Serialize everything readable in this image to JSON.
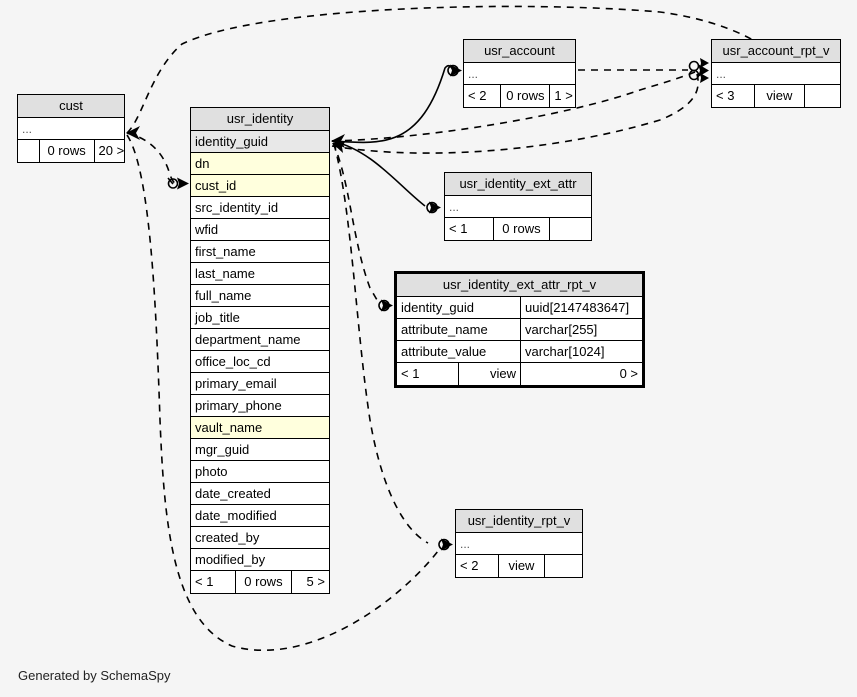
{
  "meta": {
    "background_color": "#f5f5f5",
    "header_color": "#e0e0e0",
    "pk_row_color": "#e8e8e8",
    "index_row_color": "#ffffdd",
    "line_color": "#000000",
    "credit": "Generated by SchemaSpy"
  },
  "tables": {
    "cust": {
      "name": "cust",
      "ellipsis": "...",
      "footer": {
        "left": "",
        "middle": "0 rows",
        "right": "20 >"
      }
    },
    "usr_identity": {
      "name": "usr_identity",
      "columns": [
        {
          "label": "identity_guid",
          "kind": "pk"
        },
        {
          "label": "dn",
          "kind": "idx"
        },
        {
          "label": "cust_id",
          "kind": "idx"
        },
        {
          "label": "src_identity_id",
          "kind": "plain"
        },
        {
          "label": "wfid",
          "kind": "plain"
        },
        {
          "label": "first_name",
          "kind": "plain"
        },
        {
          "label": "last_name",
          "kind": "plain"
        },
        {
          "label": "full_name",
          "kind": "plain"
        },
        {
          "label": "job_title",
          "kind": "plain"
        },
        {
          "label": "department_name",
          "kind": "plain"
        },
        {
          "label": "office_loc_cd",
          "kind": "plain"
        },
        {
          "label": "primary_email",
          "kind": "plain"
        },
        {
          "label": "primary_phone",
          "kind": "plain"
        },
        {
          "label": "vault_name",
          "kind": "idx"
        },
        {
          "label": "mgr_guid",
          "kind": "plain"
        },
        {
          "label": "photo",
          "kind": "plain"
        },
        {
          "label": "date_created",
          "kind": "plain"
        },
        {
          "label": "date_modified",
          "kind": "plain"
        },
        {
          "label": "created_by",
          "kind": "plain"
        },
        {
          "label": "modified_by",
          "kind": "plain"
        }
      ],
      "footer": {
        "left": "< 1",
        "middle": "0 rows",
        "right": "5 >"
      }
    },
    "usr_account": {
      "name": "usr_account",
      "ellipsis": "...",
      "footer": {
        "left": "< 2",
        "middle": "0 rows",
        "right": "1 >"
      }
    },
    "usr_account_rpt_v": {
      "name": "usr_account_rpt_v",
      "ellipsis": "...",
      "footer": {
        "left": "< 3",
        "middle": "view",
        "right": ""
      }
    },
    "usr_identity_ext_attr": {
      "name": "usr_identity_ext_attr",
      "ellipsis": "...",
      "footer": {
        "left": "< 1",
        "middle": "0 rows",
        "right": ""
      }
    },
    "usr_identity_ext_attr_rpt_v": {
      "name": "usr_identity_ext_attr_rpt_v",
      "focal": true,
      "columns": [
        {
          "label": "identity_guid",
          "type": "uuid[2147483647]"
        },
        {
          "label": "attribute_name",
          "type": "varchar[255]"
        },
        {
          "label": "attribute_value",
          "type": "varchar[1024]"
        }
      ],
      "footer": {
        "left": "< 1",
        "middle": "view",
        "right": "0 >"
      }
    },
    "usr_identity_rpt_v": {
      "name": "usr_identity_rpt_v",
      "ellipsis": "...",
      "footer": {
        "left": "< 2",
        "middle": "view",
        "right": ""
      }
    }
  },
  "relationships": [
    {
      "from": "cust",
      "to": "usr_identity",
      "style": "dashed"
    },
    {
      "from": "usr_identity",
      "to": "usr_account",
      "style": "solid"
    },
    {
      "from": "usr_identity",
      "to": "usr_identity_ext_attr",
      "style": "solid"
    },
    {
      "from": "usr_identity",
      "to": "usr_account_rpt_v",
      "style": "dashed"
    },
    {
      "from": "usr_account",
      "to": "usr_account_rpt_v",
      "style": "dashed"
    },
    {
      "from": "usr_identity",
      "to": "usr_identity_ext_attr_rpt_v",
      "style": "dashed"
    },
    {
      "from": "usr_identity",
      "to": "usr_identity_rpt_v",
      "style": "dashed"
    }
  ]
}
